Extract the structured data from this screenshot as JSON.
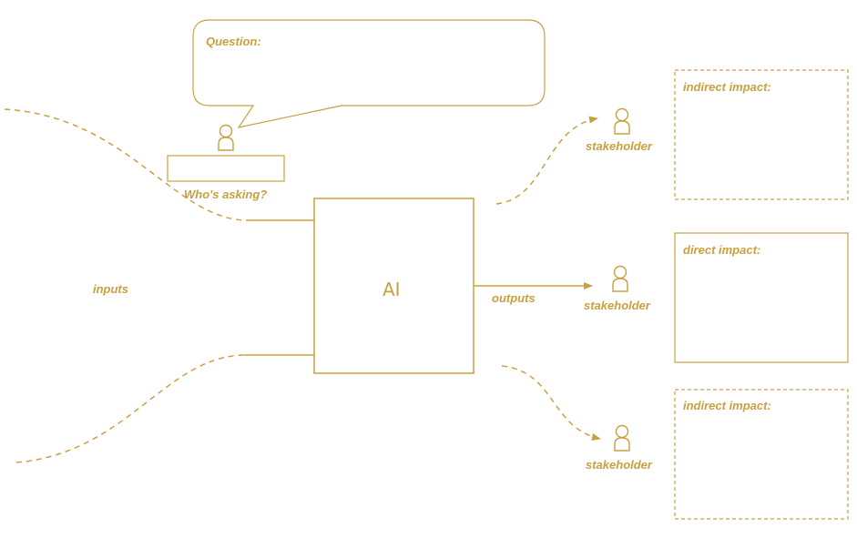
{
  "colors": {
    "accent": "#C9A040"
  },
  "question": {
    "label": "Question:"
  },
  "asker": {
    "label": "Who's asking?",
    "icon": "person-icon"
  },
  "inputs": {
    "label": "inputs"
  },
  "ai": {
    "label": "AI"
  },
  "outputs": {
    "label": "outputs"
  },
  "stakeholders": [
    {
      "label": "stakeholder",
      "icon": "person-icon",
      "impact": "indirect impact:",
      "impact_type": "indirect"
    },
    {
      "label": "stakeholder",
      "icon": "person-icon",
      "impact": "direct impact:",
      "impact_type": "direct"
    },
    {
      "label": "stakeholder",
      "icon": "person-icon",
      "impact": "indirect impact:",
      "impact_type": "indirect"
    }
  ]
}
